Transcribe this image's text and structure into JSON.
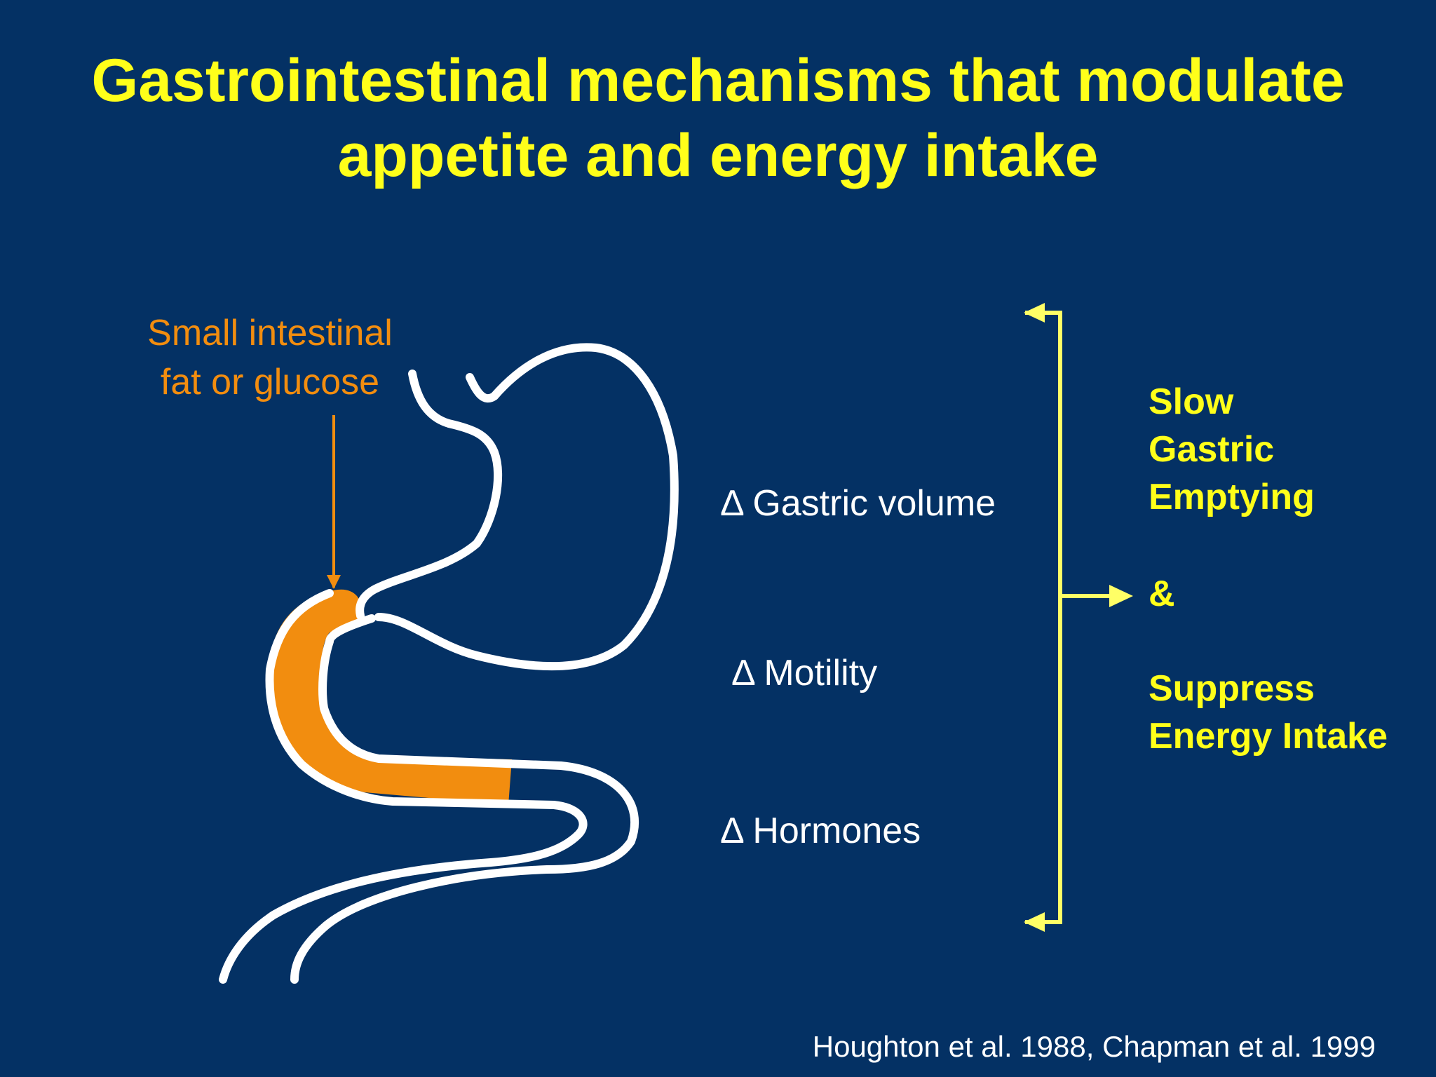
{
  "slide": {
    "title_line1": "Gastrointestinal mechanisms that modulate",
    "title_line2": "appetite and energy intake",
    "stimulus": {
      "line1": "Small intestinal",
      "line2": "fat or glucose"
    },
    "effects": [
      "Δ Gastric volume",
      "Δ Motility",
      "Δ Hormones"
    ],
    "outcome": {
      "line1": "Slow",
      "line2": "Gastric",
      "line3": "Emptying",
      "connector": "&",
      "line4": "Suppress",
      "line5": "Energy Intake"
    },
    "citation": "Houghton et al. 1988, Chapman et al. 1999"
  },
  "colors": {
    "background": "#043164",
    "title": "#ffff1a",
    "highlight": "#f28d0f",
    "outline": "#ffffff",
    "bracket": "#ffff66"
  }
}
